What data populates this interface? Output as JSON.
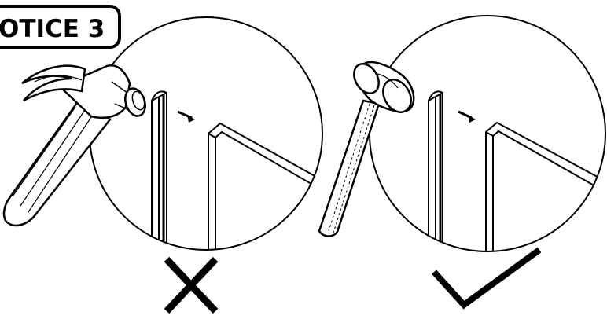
{
  "notice": {
    "label": "OTICE 3"
  },
  "panels": [
    {
      "verdict": "incorrect",
      "tool": "claw-hammer",
      "mark": "cross-mark-icon"
    },
    {
      "verdict": "correct",
      "tool": "rubber-mallet",
      "mark": "check-mark-icon"
    }
  ],
  "colors": {
    "ink": "#000000",
    "paper": "#ffffff",
    "badge": "#ffffff"
  }
}
